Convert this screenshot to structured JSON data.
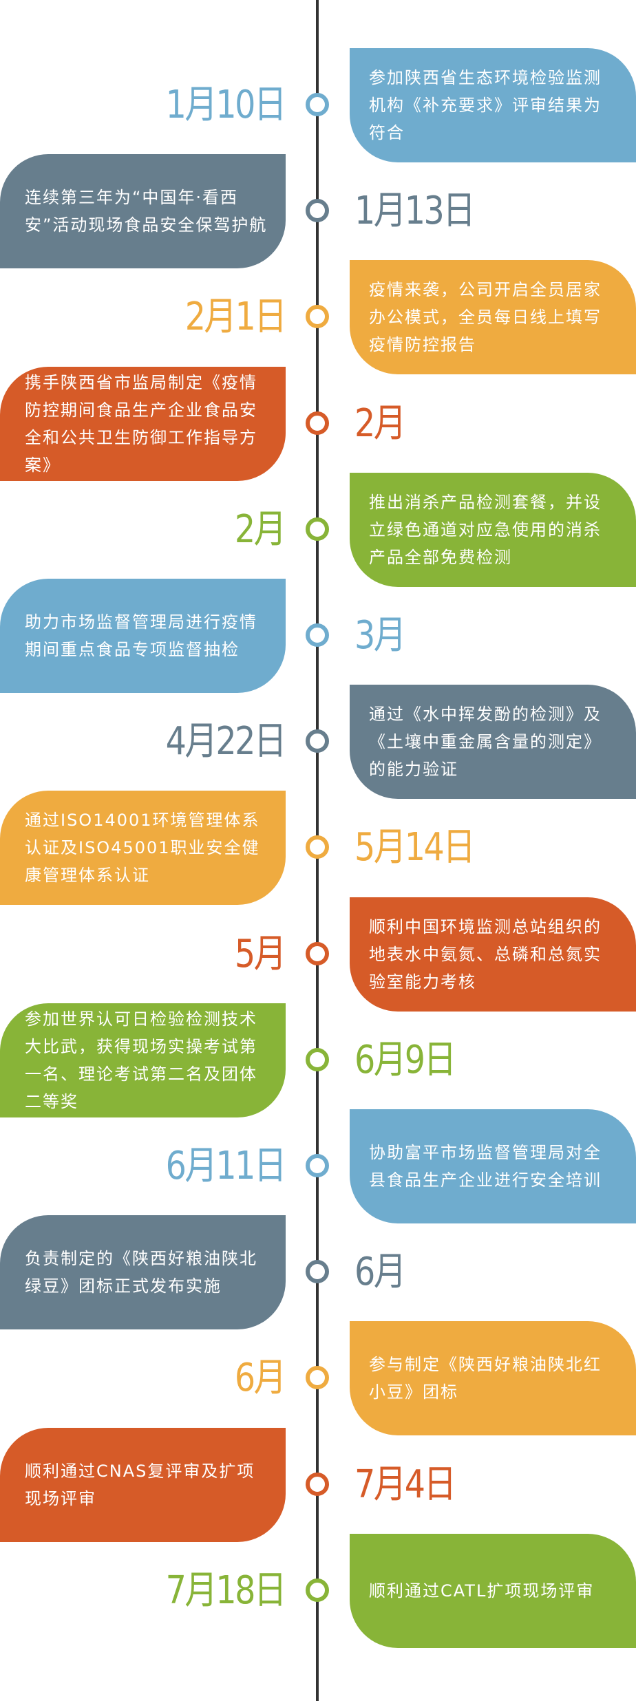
{
  "colors": {
    "blue": "#6facce",
    "slate": "#677e8d",
    "orange": "#efab40",
    "red": "#d65b28",
    "green": "#88b438",
    "line": "#333333"
  },
  "items": [
    {
      "date": "1月10日",
      "text": "参加陕西省生态环境检验监测机构《补充要求》评审结果为符合",
      "side": "right",
      "color": "blue"
    },
    {
      "date": "1月13日",
      "text": "连续第三年为“中国年·看西安”活动现场食品安全保驾护航",
      "side": "left",
      "color": "slate"
    },
    {
      "date": "2月1日",
      "text": "疫情来袭，公司开启全员居家办公模式，全员每日线上填写疫情防控报告",
      "side": "right",
      "color": "orange"
    },
    {
      "date": "2月",
      "text": "携手陕西省市监局制定《疫情防控期间食品生产企业食品安全和公共卫生防御工作指导方案》",
      "side": "left",
      "color": "red"
    },
    {
      "date": "2月",
      "text": "推出消杀产品检测套餐，并设立绿色通道对应急使用的消杀产品全部免费检测",
      "side": "right",
      "color": "green"
    },
    {
      "date": "3月",
      "text": "助力市场监督管理局进行疫情期间重点食品专项监督抽检",
      "side": "left",
      "color": "blue"
    },
    {
      "date": "4月22日",
      "text": "通过《水中挥发酚的检测》及《土壤中重金属含量的测定》的能力验证",
      "side": "right",
      "color": "slate"
    },
    {
      "date": "5月14日",
      "text": "通过ISO14001环境管理体系认证及ISO45001职业安全健康管理体系认证",
      "side": "left",
      "color": "orange"
    },
    {
      "date": "5月",
      "text": "顺利中国环境监测总站组织的地表水中氨氮、总磷和总氮实验室能力考核",
      "side": "right",
      "color": "red"
    },
    {
      "date": "6月9日",
      "text": "参加世界认可日检验检测技术大比武，获得现场实操考试第一名、理论考试第二名及团体二等奖",
      "side": "left",
      "color": "green"
    },
    {
      "date": "6月11日",
      "text": "协助富平市场监督管理局对全县食品生产企业进行安全培训",
      "side": "right",
      "color": "blue"
    },
    {
      "date": "6月",
      "text": "负责制定的《陕西好粮油陕北绿豆》团标正式发布实施",
      "side": "left",
      "color": "slate"
    },
    {
      "date": "6月",
      "text": "参与制定《陕西好粮油陕北红小豆》团标",
      "side": "right",
      "color": "orange"
    },
    {
      "date": "7月4日",
      "text": "顺利通过CNAS复评审及扩项现场评审",
      "side": "left",
      "color": "red"
    },
    {
      "date": "7月18日",
      "text": "顺利通过CATL扩项现场评审",
      "side": "right",
      "color": "green"
    }
  ]
}
